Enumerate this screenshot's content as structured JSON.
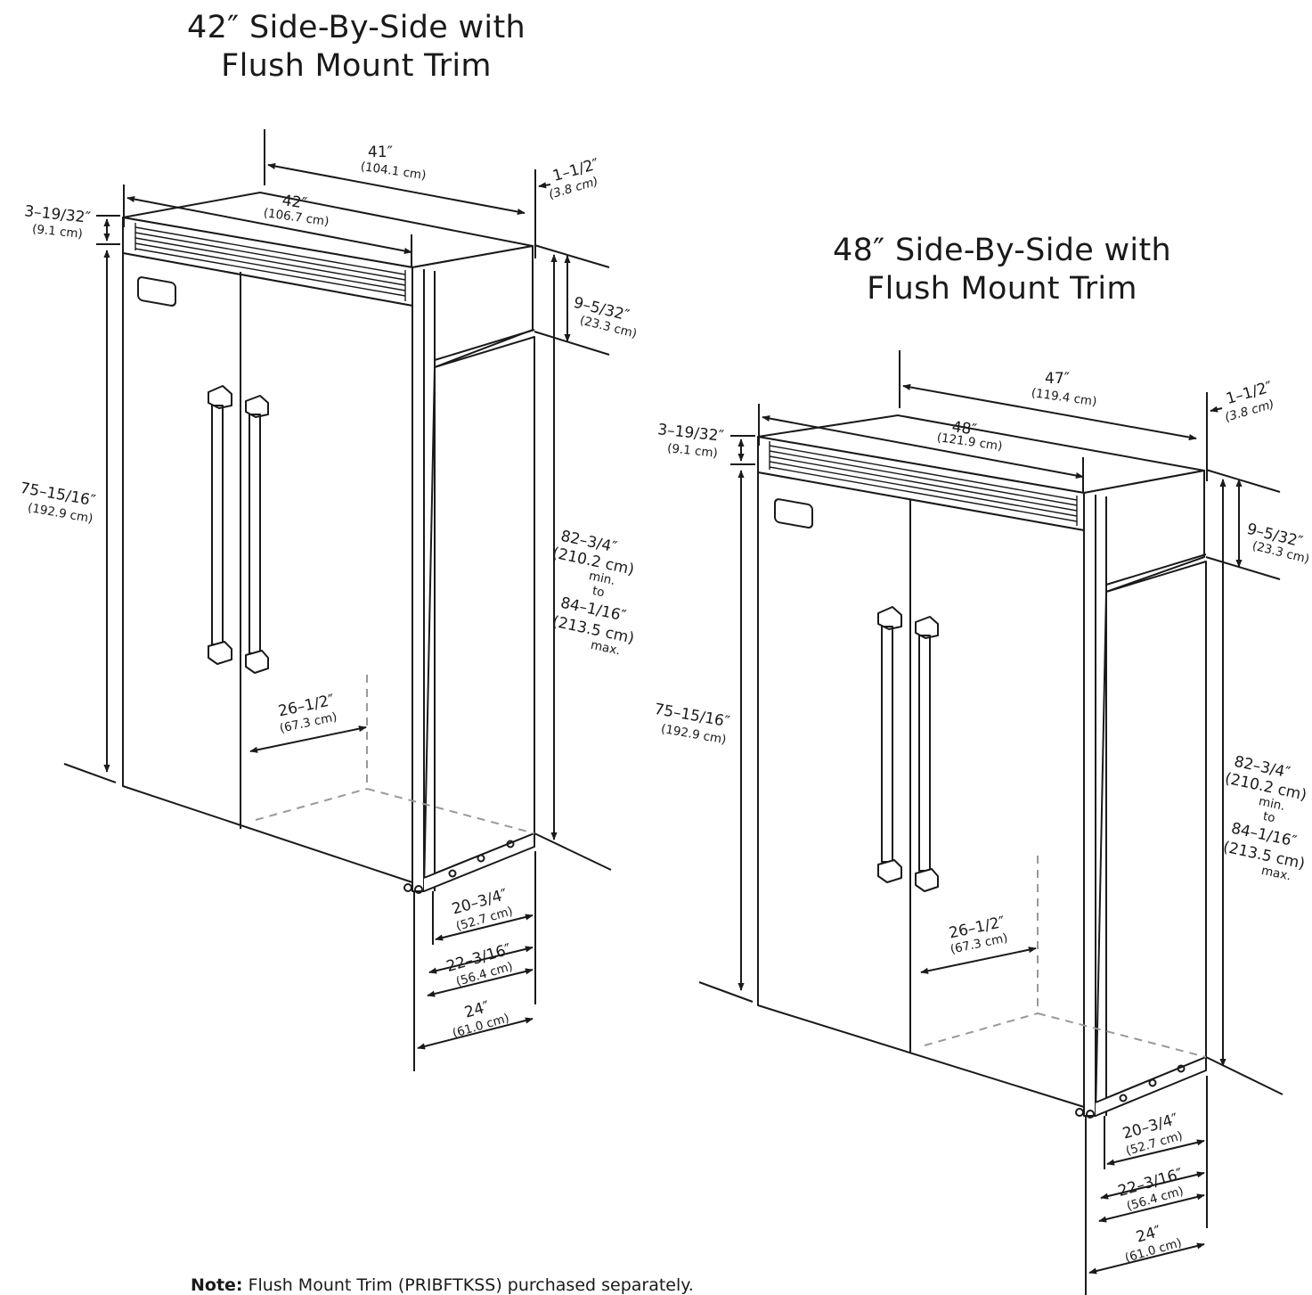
{
  "diagram_42": {
    "title_line1": "42″ Side-By-Side with",
    "title_line2": "Flush Mount Trim",
    "dims": {
      "width_41": {
        "main": "41″",
        "sub": "(104.1 cm)"
      },
      "width_42": {
        "main": "42″",
        "sub": "(106.7 cm)"
      },
      "trim_1_1_2": {
        "main": "1–1/2″",
        "sub": "(3.8 cm)"
      },
      "trim_3_19_32": {
        "main": "3–19/32″",
        "sub": "(9.1 cm)"
      },
      "gap_9_5_32": {
        "main": "9–5/32″",
        "sub": "(23.3 cm)"
      },
      "height_75": {
        "main": "75–15/16″",
        "sub": "(192.9 cm)"
      },
      "opening": {
        "line1": "82–3/4″",
        "line2": "(210.2 cm)",
        "line3": "min.",
        "line4": "to",
        "line5": "84–1/16″",
        "line6": "(213.5 cm)",
        "line7": "max."
      },
      "door_26": {
        "main": "26–1/2″",
        "sub": "(67.3 cm)"
      },
      "depth_20": {
        "main": "20–3/4″",
        "sub": "(52.7 cm)"
      },
      "depth_22": {
        "main": "22–3/16″",
        "sub": "(56.4 cm)"
      },
      "depth_24": {
        "main": "24″",
        "sub": "(61.0 cm)"
      }
    }
  },
  "diagram_48": {
    "title_line1": "48″ Side-By-Side with",
    "title_line2": "Flush Mount Trim",
    "dims": {
      "width_47": {
        "main": "47″",
        "sub": "(119.4 cm)"
      },
      "width_48": {
        "main": "48″",
        "sub": "(121.9 cm)"
      },
      "trim_1_1_2": {
        "main": "1–1/2″",
        "sub": "(3.8 cm)"
      },
      "trim_3_19_32": {
        "main": "3–19/32″",
        "sub": "(9.1 cm)"
      },
      "gap_9_5_32": {
        "main": "9–5/32″",
        "sub": "(23.3 cm)"
      },
      "height_75": {
        "main": "75–15/16″",
        "sub": "(192.9 cm)"
      },
      "opening": {
        "line1": "82–3/4″",
        "line2": "(210.2 cm)",
        "line3": "min.",
        "line4": "to",
        "line5": "84–1/16″",
        "line6": "(213.5 cm)",
        "line7": "max."
      },
      "door_26": {
        "main": "26–1/2″",
        "sub": "(67.3 cm)"
      },
      "depth_20": {
        "main": "20–3/4″",
        "sub": "(52.7 cm)"
      },
      "depth_22": {
        "main": "22–3/16″",
        "sub": "(56.4 cm)"
      },
      "depth_24": {
        "main": "24″",
        "sub": "(61.0 cm)"
      }
    }
  },
  "note": {
    "label": "Note:",
    "text": " Flush Mount Trim (PRIBFTKSS) purchased separately."
  }
}
